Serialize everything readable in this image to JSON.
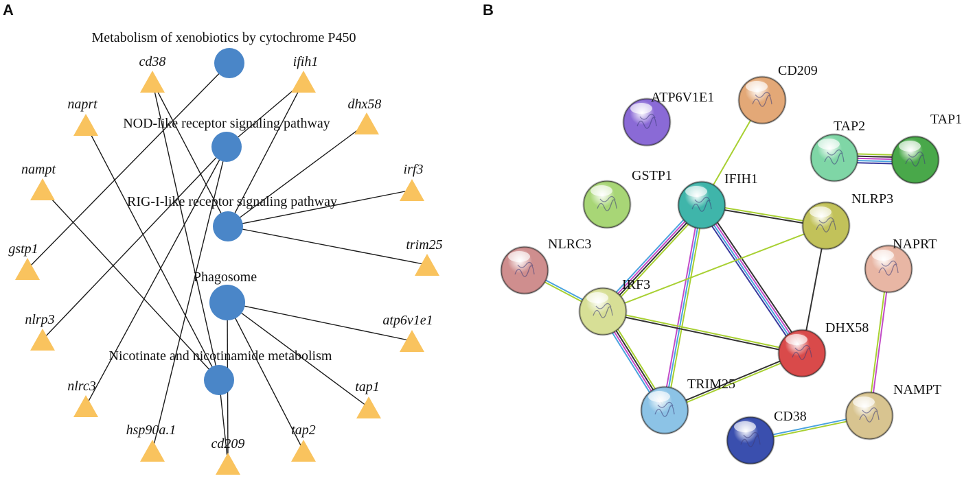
{
  "panel_a": {
    "letter": "A",
    "pathways": [
      {
        "id": "xeno",
        "label": "Metabolism of xenobiotics by cytochrome P450"
      },
      {
        "id": "nod",
        "label": "NOD-like receptor signaling pathway"
      },
      {
        "id": "rig",
        "label": "RIG-I-like receptor signaling pathway"
      },
      {
        "id": "phago",
        "label": "Phagosome"
      },
      {
        "id": "nico",
        "label": "Nicotinate and nicotinamide metabolism"
      }
    ],
    "genes": [
      {
        "id": "cd38",
        "label": "cd38"
      },
      {
        "id": "ifih1",
        "label": "ifih1"
      },
      {
        "id": "naprt",
        "label": "naprt"
      },
      {
        "id": "dhx58",
        "label": "dhx58"
      },
      {
        "id": "nampt",
        "label": "nampt"
      },
      {
        "id": "irf3",
        "label": "irf3"
      },
      {
        "id": "gstp1",
        "label": "gstp1"
      },
      {
        "id": "trim25",
        "label": "trim25"
      },
      {
        "id": "nlrp3",
        "label": "nlrp3"
      },
      {
        "id": "atp6v1e1",
        "label": "atp6v1e1"
      },
      {
        "id": "nlrc3",
        "label": "nlrc3"
      },
      {
        "id": "tap1",
        "label": "tap1"
      },
      {
        "id": "hsp90a1",
        "label": "hsp90a.1"
      },
      {
        "id": "cd209",
        "label": "cd209"
      },
      {
        "id": "tap2",
        "label": "tap2"
      }
    ],
    "edges": [
      [
        "xeno",
        "gstp1"
      ],
      [
        "nod",
        "nlrp3"
      ],
      [
        "nod",
        "nlrc3"
      ],
      [
        "nod",
        "hsp90a1"
      ],
      [
        "nod",
        "ifih1"
      ],
      [
        "rig",
        "ifih1"
      ],
      [
        "rig",
        "dhx58"
      ],
      [
        "rig",
        "irf3"
      ],
      [
        "rig",
        "trim25"
      ],
      [
        "rig",
        "cd38"
      ],
      [
        "phago",
        "atp6v1e1"
      ],
      [
        "phago",
        "tap1"
      ],
      [
        "phago",
        "tap2"
      ],
      [
        "phago",
        "cd209"
      ],
      [
        "nico",
        "cd38"
      ],
      [
        "nico",
        "naprt"
      ],
      [
        "nico",
        "nampt"
      ],
      [
        "nico",
        "cd209"
      ]
    ],
    "colors": {
      "pathway": "#4a86c8",
      "gene": "#f9c35e",
      "edge": "#1a1a1a"
    }
  },
  "panel_b": {
    "letter": "B",
    "proteins": [
      {
        "id": "ATP6V1E1",
        "label": "ATP6V1E1",
        "color": "#8a6ad6"
      },
      {
        "id": "CD209",
        "label": "CD209",
        "color": "#e3a877"
      },
      {
        "id": "TAP2",
        "label": "TAP2",
        "color": "#7fd6a6"
      },
      {
        "id": "TAP1",
        "label": "TAP1",
        "color": "#49a84a"
      },
      {
        "id": "GSTP1",
        "label": "GSTP1",
        "color": "#a8d676"
      },
      {
        "id": "IFIH1",
        "label": "IFIH1",
        "color": "#3fb5aa"
      },
      {
        "id": "NLRP3",
        "label": "NLRP3",
        "color": "#c2c25a"
      },
      {
        "id": "NLRC3",
        "label": "NLRC3",
        "color": "#cf8e8e"
      },
      {
        "id": "NAPRT",
        "label": "NAPRT",
        "color": "#e8b6a4"
      },
      {
        "id": "IRF3",
        "label": "IRF3",
        "color": "#d7df96"
      },
      {
        "id": "DHX58",
        "label": "DHX58",
        "color": "#d94a4a"
      },
      {
        "id": "TRIM25",
        "label": "TRIM25",
        "color": "#8cc3e6"
      },
      {
        "id": "NAMPT",
        "label": "NAMPT",
        "color": "#d8c490"
      },
      {
        "id": "CD38",
        "label": "CD38",
        "color": "#3a4fae"
      }
    ],
    "edges": [
      {
        "a": "CD209",
        "b": "IFIH1",
        "colors": [
          "#a8d032"
        ]
      },
      {
        "a": "TAP2",
        "b": "TAP1",
        "colors": [
          "#a8d032",
          "#333333",
          "#c24bc8",
          "#4aa3de",
          "#3a3a9e"
        ]
      },
      {
        "a": "IFIH1",
        "b": "NLRP3",
        "colors": [
          "#a8d032",
          "#333333"
        ]
      },
      {
        "a": "IFIH1",
        "b": "IRF3",
        "colors": [
          "#a8d032",
          "#333333",
          "#c24bc8",
          "#4aa3de"
        ]
      },
      {
        "a": "IFIH1",
        "b": "DHX58",
        "colors": [
          "#333333",
          "#c24bc8",
          "#4aa3de",
          "#3a3a9e"
        ]
      },
      {
        "a": "IFIH1",
        "b": "TRIM25",
        "colors": [
          "#a8d032",
          "#4aa3de",
          "#c24bc8"
        ]
      },
      {
        "a": "NLRC3",
        "b": "IRF3",
        "colors": [
          "#4aa3de",
          "#a8d032"
        ]
      },
      {
        "a": "IRF3",
        "b": "NLRP3",
        "colors": [
          "#a8d032"
        ]
      },
      {
        "a": "IRF3",
        "b": "DHX58",
        "colors": [
          "#a8d032",
          "#333333"
        ]
      },
      {
        "a": "IRF3",
        "b": "TRIM25",
        "colors": [
          "#a8d032",
          "#333333",
          "#c24bc8",
          "#4aa3de"
        ]
      },
      {
        "a": "NLRP3",
        "b": "DHX58",
        "colors": [
          "#333333"
        ]
      },
      {
        "a": "DHX58",
        "b": "TRIM25",
        "colors": [
          "#a8d032",
          "#333333"
        ]
      },
      {
        "a": "NAPRT",
        "b": "NAMPT",
        "colors": [
          "#c24bc8",
          "#a8d032"
        ]
      },
      {
        "a": "CD38",
        "b": "NAMPT",
        "colors": [
          "#4aa3de",
          "#a8d032"
        ]
      }
    ]
  }
}
